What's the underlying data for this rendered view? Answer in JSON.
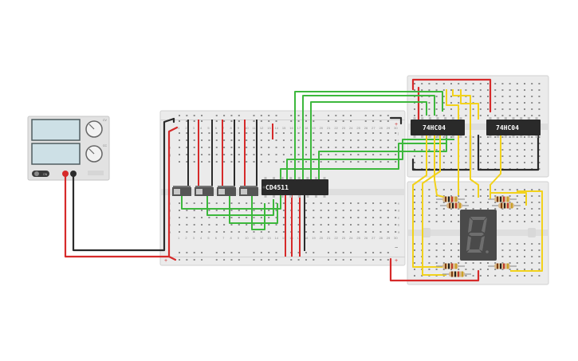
{
  "chips": {
    "main_decoder": "CD4511",
    "inverter_a": "74HC04",
    "inverter_b": "74HC04"
  },
  "breadboard_main": {
    "row_letters_top": [
      "j",
      "i",
      "h",
      "g",
      "f"
    ],
    "row_letters_bottom": [
      "e",
      "d",
      "c",
      "b",
      "a"
    ],
    "column_numbers": [
      "1",
      "2",
      "3",
      "4",
      "5",
      "6",
      "7",
      "8",
      "9",
      "10",
      "11",
      "12",
      "13",
      "14",
      "15",
      "16",
      "17",
      "18",
      "19",
      "20",
      "21",
      "22",
      "23",
      "24",
      "25",
      "26",
      "27",
      "28",
      "29",
      "30"
    ],
    "rail_plus": "+",
    "rail_minus": "−"
  },
  "power_supply": {
    "knob_top_label": "CV",
    "knob_bottom_label": "CC",
    "switch_label": "ON"
  },
  "colors": {
    "wire_red": "#d62a2a",
    "wire_black": "#2b2b2b",
    "wire_green": "#3db83d",
    "wire_yellow": "#f2d21c",
    "chip_body": "#2a2a2a",
    "board": "#ebebeb",
    "display_body": "#4a4a4a",
    "display_segment_off": "#6e6e6e"
  }
}
